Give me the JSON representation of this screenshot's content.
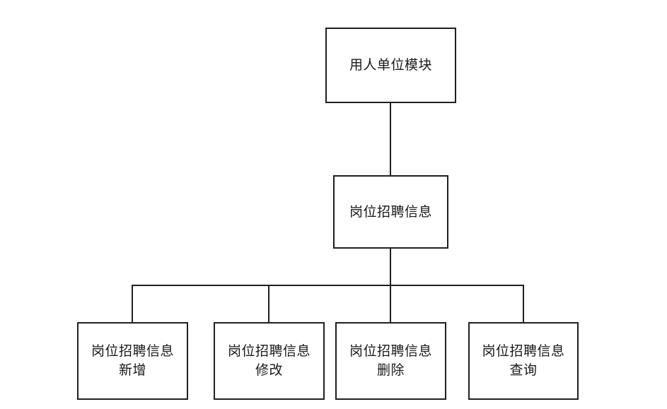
{
  "diagram": {
    "root": {
      "label": "用人单位模块"
    },
    "middle": {
      "label": "岗位招聘信息"
    },
    "children": [
      {
        "line1": "岗位招聘信息",
        "line2": "新增"
      },
      {
        "line1": "岗位招聘信息",
        "line2": "修改"
      },
      {
        "line1": "岗位招聘信息",
        "line2": "删除"
      },
      {
        "line1": "岗位招聘信息",
        "line2": "查询"
      }
    ]
  },
  "colors": {
    "stroke": "#1f1f1f",
    "background": "#ffffff"
  }
}
